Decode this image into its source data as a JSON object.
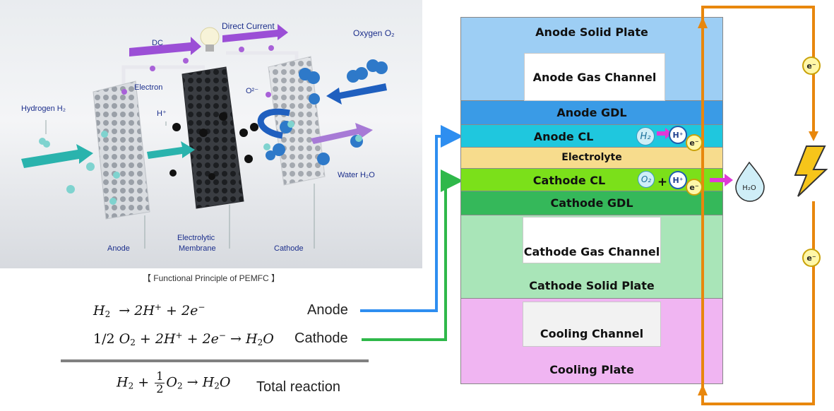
{
  "illustration": {
    "labels": {
      "dc": "DC",
      "direct_current": "Direct Current",
      "oxygen": "Oxygen O₂",
      "electron": "Electron",
      "hydrogen": "Hydrogen H₂",
      "h_plus": "H⁺",
      "o2_minus": "O²⁻",
      "water": "Water H₂O",
      "anode": "Anode",
      "membrane_line1": "Electrolytic",
      "membrane_line2": "Membrane",
      "cathode": "Cathode"
    },
    "caption": "【 Functional Principle of PEMFC 】"
  },
  "equations": {
    "anode_name": "Anode",
    "cathode_name": "Cathode",
    "total_name": "Total reaction"
  },
  "stack": {
    "anode_solid_plate": "Anode Solid Plate",
    "anode_gas_channel": "Anode Gas Channel",
    "anode_gdl": "Anode GDL",
    "anode_cl": "Anode CL",
    "electrolyte": "Electrolyte",
    "cathode_cl": "Cathode CL",
    "cathode_gdl": "Cathode GDL",
    "cathode_gas_channel": "Cathode Gas Channel",
    "cathode_solid_plate": "Cathode Solid Plate",
    "cooling_channel": "Cooling Channel",
    "cooling_plate": "Cooling Plate"
  },
  "symbols": {
    "electron": "e⁻",
    "h_plus": "H⁺",
    "plus": "+"
  },
  "colors": {
    "anode_solid_plate": "#9dcef4",
    "anode_gdl": "#3a9be6",
    "anode_cl": "#1fc7de",
    "electrolyte": "#f7dc8d",
    "cathode_cl": "#7be01a",
    "cathode_gdl": "#35b85a",
    "cathode_solid_plate": "#a9e5b8",
    "cooling_plate": "#f0b5f2",
    "external_circuit": "#e8870d",
    "anode_connector": "#2e8ef0",
    "cathode_connector": "#2fb84a"
  }
}
